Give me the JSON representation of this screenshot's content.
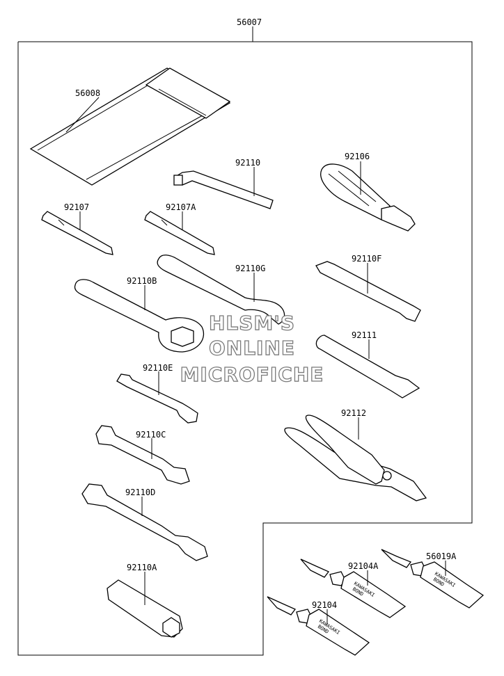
{
  "assembly_label": "56007",
  "parts": {
    "p56008": "56008",
    "p92110": "92110",
    "p92106": "92106",
    "p92107": "92107",
    "p92107A": "92107A",
    "p92110G": "92110G",
    "p92110F": "92110F",
    "p92110B": "92110B",
    "p92111": "92111",
    "p92110E": "92110E",
    "p92112": "92112",
    "p92110C": "92110C",
    "p92110D": "92110D",
    "p92110A": "92110A",
    "p92104A": "92104A",
    "p56019A": "56019A",
    "p92104": "92104"
  },
  "tube_text": {
    "line1": "KAWASAKI",
    "line2": "BOND"
  },
  "watermark": {
    "line1": "HLSM'S",
    "line2": "ONLINE",
    "line3": "MICROFICHE"
  }
}
